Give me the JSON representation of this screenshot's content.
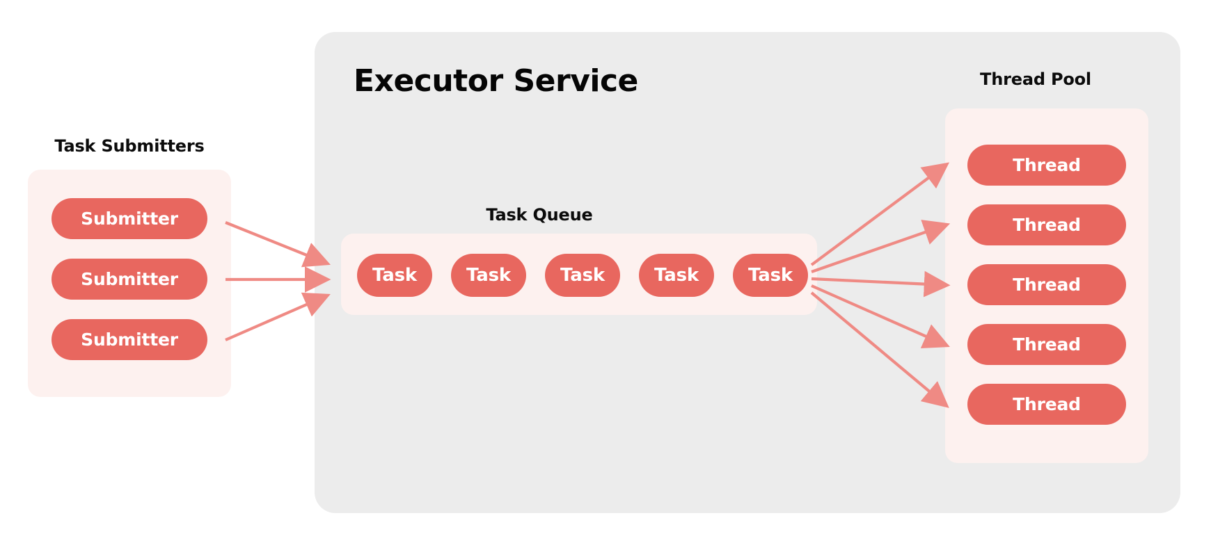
{
  "diagram": {
    "title": "Executor Service",
    "background_color": "#ffffff",
    "container_color": "#ececec",
    "panel_color": "#fdf1ef",
    "accent_color": "#e8675f",
    "arrow_color": "#ef8a84",
    "text_color": "#0b0b0b",
    "pill_text_color": "#ffffff"
  },
  "submitters": {
    "label": "Task Submitters",
    "items": [
      {
        "label": "Submitter"
      },
      {
        "label": "Submitter"
      },
      {
        "label": "Submitter"
      }
    ]
  },
  "queue": {
    "label": "Task Queue",
    "items": [
      {
        "label": "Task"
      },
      {
        "label": "Task"
      },
      {
        "label": "Task"
      },
      {
        "label": "Task"
      },
      {
        "label": "Task"
      }
    ]
  },
  "thread_pool": {
    "label": "Thread Pool",
    "items": [
      {
        "label": "Thread"
      },
      {
        "label": "Thread"
      },
      {
        "label": "Thread"
      },
      {
        "label": "Thread"
      },
      {
        "label": "Thread"
      }
    ]
  }
}
